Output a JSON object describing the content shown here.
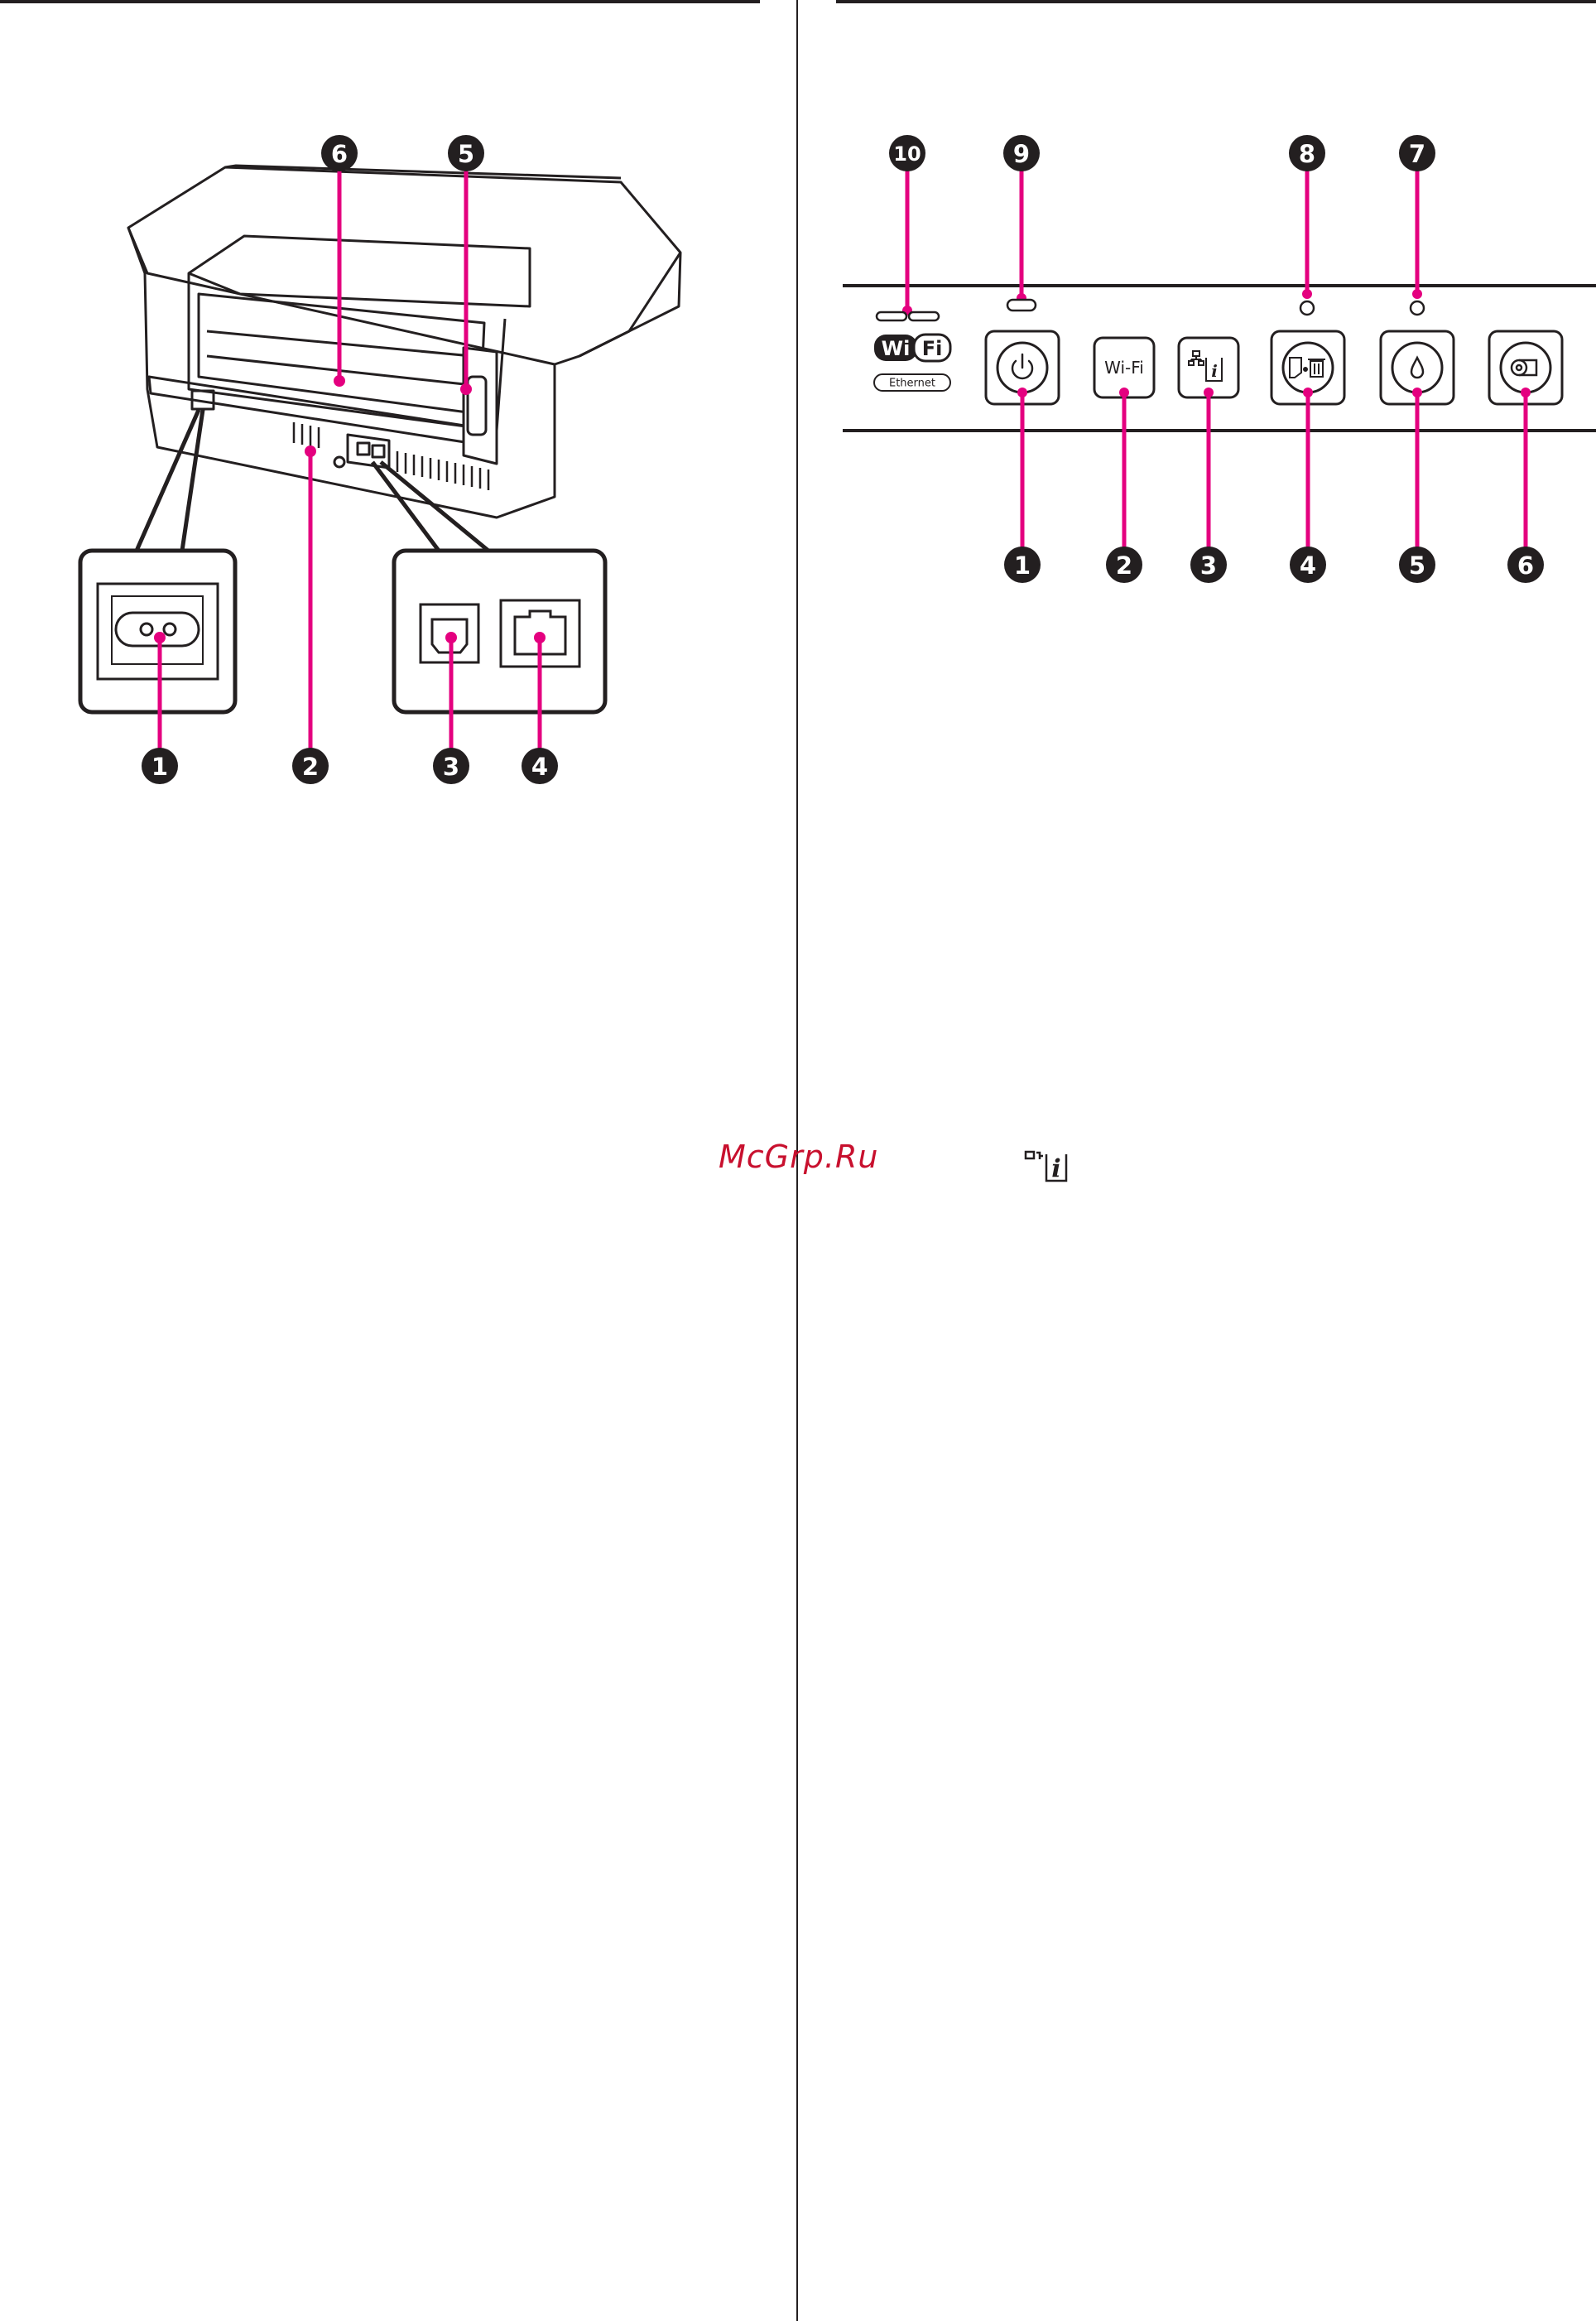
{
  "left_figure": {
    "title": "Printer back view",
    "callouts_top": [
      "6",
      "5"
    ],
    "callouts_bottom": [
      "1",
      "2",
      "3",
      "4"
    ]
  },
  "right_figure": {
    "title": "Control panel",
    "callouts_top": [
      "10",
      "9",
      "8",
      "7"
    ],
    "callouts_bottom": [
      "1",
      "2",
      "3",
      "4",
      "5",
      "6"
    ],
    "wifi_logo": {
      "left": "Wi",
      "right": "Fi"
    },
    "ethernet_label": "Ethernet",
    "wifi_button_label": "Wi-Fi",
    "icons": [
      "power-icon",
      "network-info-icon",
      "paper-delete-icon",
      "ink-drop-icon",
      "roll-paper-icon"
    ]
  },
  "watermark": "McGrp.Ru",
  "accent_color": "#e4007f"
}
